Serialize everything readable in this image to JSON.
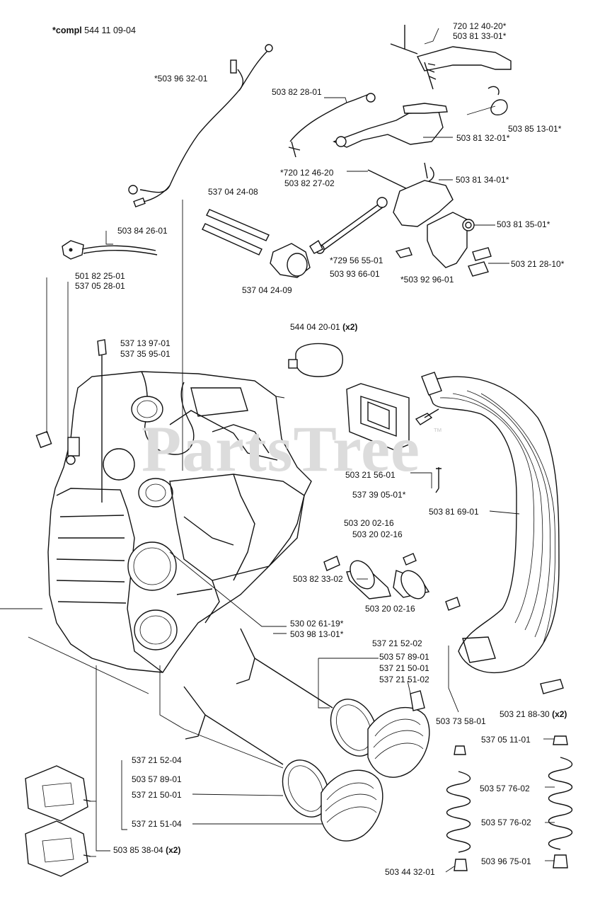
{
  "header": {
    "compl_prefix": "*compl",
    "compl_number": "544 11 09-04"
  },
  "watermark": {
    "text": "PartsTree",
    "tm": "™"
  },
  "labels": {
    "wire_harness": "*503 96 32-01",
    "p720_12_40_20": "720 12 40-20*",
    "p503_81_33_01": "503 81 33-01*",
    "p503_82_28_01": "503 82 28-01",
    "p503_85_13_01": "503 85 13-01*",
    "p503_81_32_01": "503 81 32-01*",
    "p720_12_46_20": "*720 12 46-20",
    "p503_82_27_02": "503 82 27-02",
    "p503_81_34_01": "503 81 34-01*",
    "p537_04_24_08": "537 04 24-08",
    "p503_81_35_01": "503 81 35-01*",
    "p503_84_26_01": "503 84 26-01",
    "p729_56_55_01": "*729 56 55-01",
    "p503_21_28_10": "503 21 28-10*",
    "p503_93_66_01": "503 93 66-01",
    "p503_92_96_01": "*503 92 96-01",
    "p537_04_24_09": "537 04 24-09",
    "p501_82_25_01": "501 82 25-01",
    "p537_05_28_01": "537 05 28-01",
    "p544_04_20_01": "544 04 20-01",
    "p544_04_20_01_qty": "(x2)",
    "p537_13_97_01": "537 13 97-01",
    "p537_35_95_01": "537 35 95-01",
    "p503_21_56_01": "503 21 56-01",
    "p537_39_05_01": "537 39 05-01*",
    "p503_81_69_01": "503 81 69-01",
    "p503_20_02_16_a": "503 20 02-16",
    "p503_20_02_16_b": "503 20 02-16",
    "p503_82_33_02": "503 82 33-02",
    "p503_20_02_16_c": "503 20 02-16",
    "p530_02_61_19": "530 02 61-19*",
    "p503_98_13_01": "503 98 13-01*",
    "p537_21_52_02": "537 21 52-02",
    "p503_57_89_01_a": "503 57 89-01",
    "p537_21_50_01_a": "537 21 50-01",
    "p537_21_51_02": "537 21 51-02",
    "p503_73_58_01": "503 73 58-01",
    "p503_21_88_30": "503 21 88-30",
    "p503_21_88_30_qty": "(x2)",
    "p537_21_52_04": "537 21 52-04",
    "p503_57_89_01_b": "503 57 89-01",
    "p537_21_50_01_b": "537 21 50-01",
    "p537_21_51_04": "537 21 51-04",
    "p537_05_11_01": "537 05 11-01",
    "p503_57_76_02_a": "503 57 76-02",
    "p503_57_76_02_b": "503 57 76-02",
    "p503_85_38_04": "503 85 38-04",
    "p503_85_38_04_qty": "(x2)",
    "p503_44_32_01": "503 44 32-01",
    "p503_96_75_01": "503 96 75-01"
  }
}
